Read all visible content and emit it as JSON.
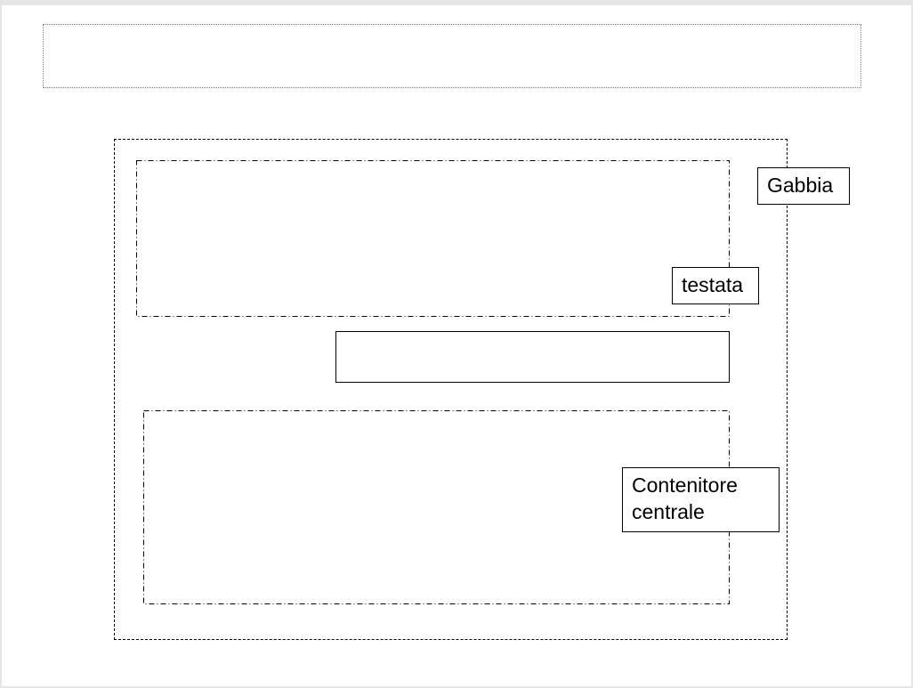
{
  "labels": {
    "gabbia": "Gabbia",
    "testata": "testata",
    "contenitore": "Contenitore\ncentrale"
  }
}
